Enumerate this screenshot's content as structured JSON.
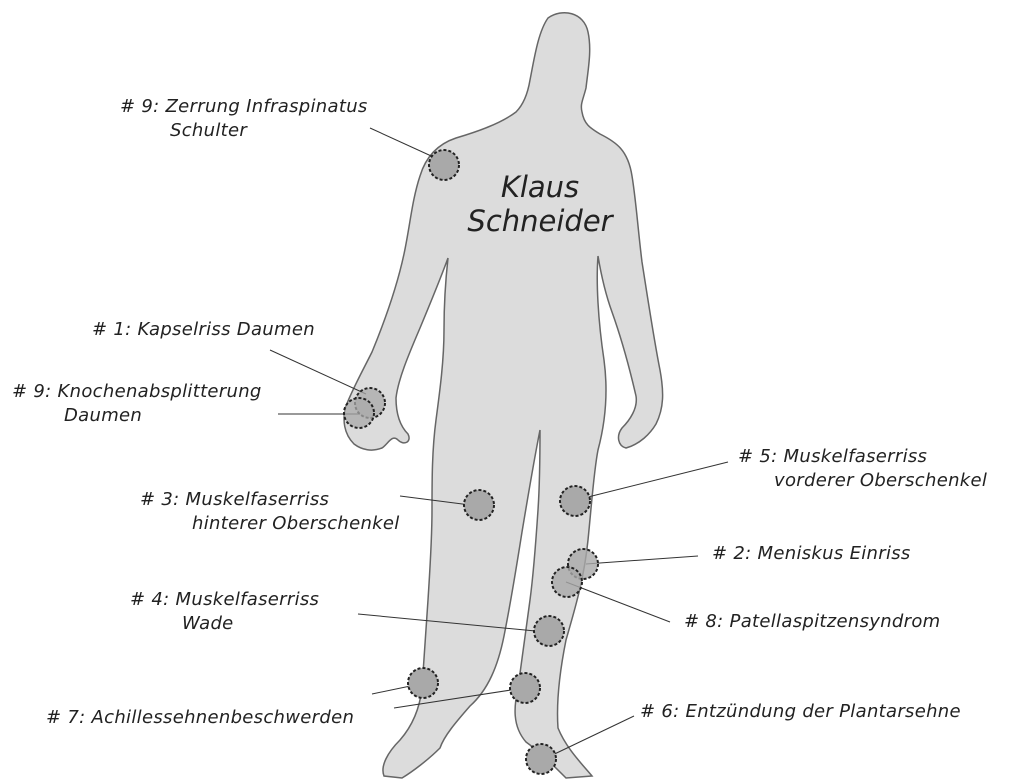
{
  "person": {
    "first_name": "Klaus",
    "last_name": "Schneider"
  },
  "colors": {
    "body_fill": "#dcdcdc",
    "body_stroke": "#666666",
    "marker_fill": "#a9a9a9",
    "marker_stroke": "#222222"
  },
  "injuries": [
    {
      "id": "inj-shoulder",
      "line1": "# 9: Zerrung Infraspinatus",
      "line2": "Schulter"
    },
    {
      "id": "inj-thumb-capsule",
      "line1": "# 1: Kapselriss Daumen",
      "line2": ""
    },
    {
      "id": "inj-thumb-bone",
      "line1": "# 9: Knochenabsplitterung",
      "line2": "Daumen"
    },
    {
      "id": "inj-hamstring",
      "line1": "# 3: Muskelfaserriss",
      "line2": "hinterer Oberschenkel"
    },
    {
      "id": "inj-calf",
      "line1": "# 4: Muskelfaserriss",
      "line2": "Wade"
    },
    {
      "id": "inj-achilles",
      "line1": "# 7: Achillessehnenbeschwerden",
      "line2": ""
    },
    {
      "id": "inj-quad",
      "line1": "# 5: Muskelfaserriss",
      "line2": "vorderer Oberschenkel"
    },
    {
      "id": "inj-meniscus",
      "line1": "# 2: Meniskus Einriss",
      "line2": ""
    },
    {
      "id": "inj-patella",
      "line1": "# 8: Patellaspitzensyndrom",
      "line2": ""
    },
    {
      "id": "inj-plantar",
      "line1": "# 6: Entzündung der Plantarsehne",
      "line2": ""
    }
  ]
}
